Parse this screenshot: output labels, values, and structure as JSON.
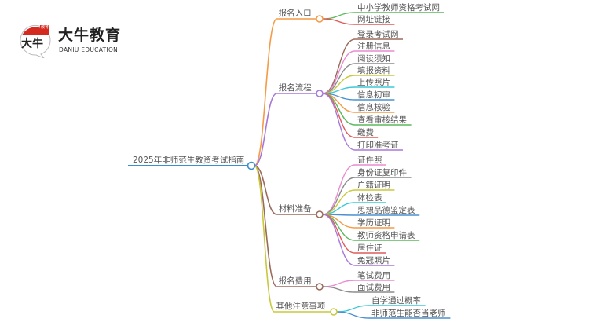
{
  "logo": {
    "brand_cn": "大牛教育",
    "brand_en": "DANIU EDUCATION",
    "mark_text": "大牛",
    "seal_text": "教育",
    "mark_color": "#d42a20"
  },
  "root": {
    "label": "2025年非师范生教资考试指南",
    "color": "#3a8fd0"
  },
  "branches": [
    {
      "label": "报名入口",
      "color": "#f59a45",
      "children": [
        {
          "label": "中小学教师资格考试网",
          "color": "#5cb85c"
        },
        {
          "label": "网址链接",
          "color": "#e05a5a"
        }
      ]
    },
    {
      "label": "报名流程",
      "color": "#a878d8",
      "children": [
        {
          "label": "登录考试网",
          "color": "#9b6a5a"
        },
        {
          "label": "注册信息",
          "color": "#e88bd0"
        },
        {
          "label": "阅读须知",
          "color": "#8c8c8c"
        },
        {
          "label": "填报资料",
          "color": "#c8c83a"
        },
        {
          "label": "上传照片",
          "color": "#3cc8d8"
        },
        {
          "label": "信息初审",
          "color": "#4a90d0"
        },
        {
          "label": "信息核验",
          "color": "#f59a45"
        },
        {
          "label": "查看审核结果",
          "color": "#5cb85c"
        },
        {
          "label": "缴费",
          "color": "#e05a5a"
        },
        {
          "label": "打印准考证",
          "color": "#a878d8"
        }
      ]
    },
    {
      "label": "材料准备",
      "color": "#9b6a5a",
      "children": [
        {
          "label": "证件照",
          "color": "#e88bd0"
        },
        {
          "label": "身份证复印件",
          "color": "#8c8c8c"
        },
        {
          "label": "户籍证明",
          "color": "#c8c83a"
        },
        {
          "label": "体检表",
          "color": "#3cc8d8"
        },
        {
          "label": "思想品德鉴定表",
          "color": "#4a90d0"
        },
        {
          "label": "学历证明",
          "color": "#f59a45"
        },
        {
          "label": "教师资格申请表",
          "color": "#5cb85c"
        },
        {
          "label": "居住证",
          "color": "#e05a5a"
        },
        {
          "label": "免冠照片",
          "color": "#a878d8"
        }
      ]
    },
    {
      "label": "报名费用",
      "color": "#9b6a5a",
      "children": [
        {
          "label": "笔试费用",
          "color": "#e88bd0"
        },
        {
          "label": "面试费用",
          "color": "#8c8c8c"
        }
      ]
    },
    {
      "label": "其他注意事项",
      "color": "#c8c83a",
      "children": [
        {
          "label": "自学通过概率",
          "color": "#3cc8d8"
        },
        {
          "label": "非师范生能否当老师",
          "color": "#4a90d0"
        }
      ]
    }
  ]
}
